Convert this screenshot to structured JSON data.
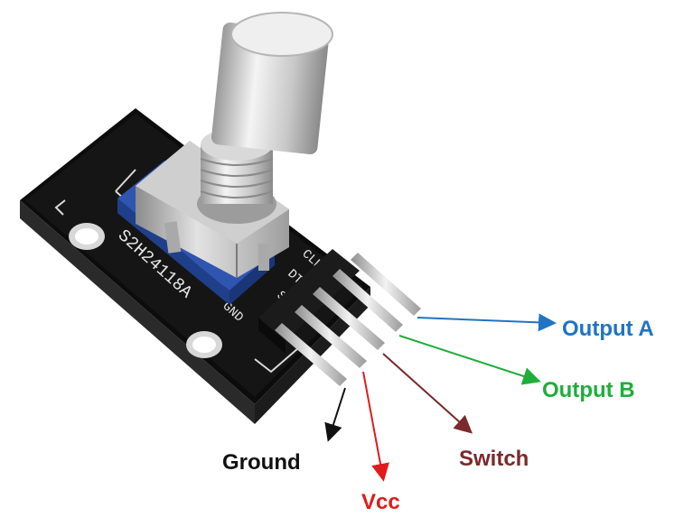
{
  "board": {
    "part_number": "S2H24118A",
    "silkscreen": {
      "clk": "CLK",
      "dt": "DT",
      "sw": "SW",
      "plus": "+",
      "gnd": "GND"
    }
  },
  "labels": {
    "output_a": "Output A",
    "output_b": "Output B",
    "switch": "Switch",
    "ground": "Ground",
    "vcc": "Vcc"
  },
  "colors": {
    "output_a": "#1f74c4",
    "output_b": "#1fae3a",
    "switch": "#7a2a2a",
    "ground": "#111111",
    "vcc": "#e01b1b",
    "pcb": "#141414",
    "encoder_base": "#2f55b0",
    "shaft": "#c9c9c9"
  }
}
